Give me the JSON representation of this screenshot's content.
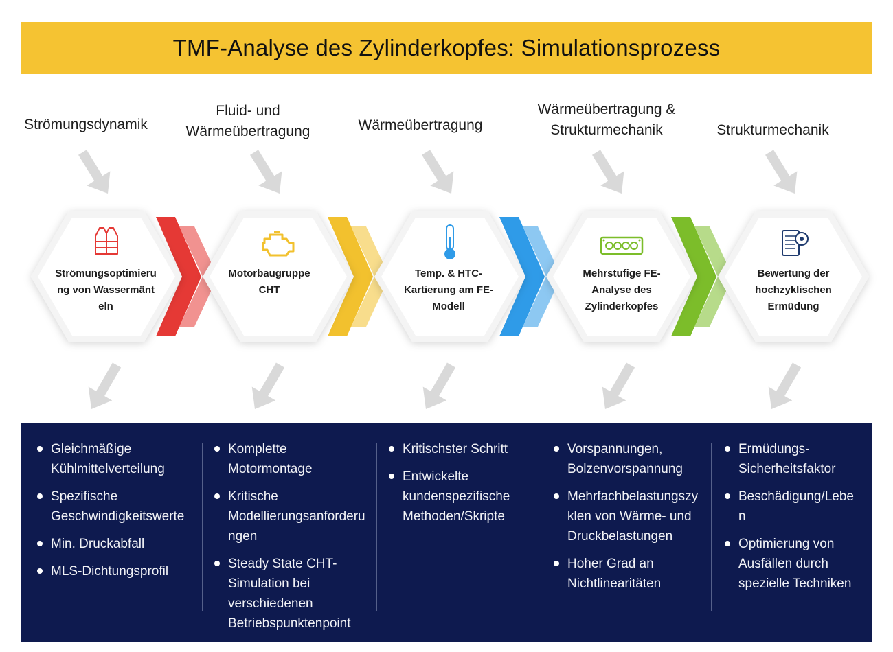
{
  "title": "TMF-Analyse des Zylinderkopfes: Simulationsprozess",
  "stages": [
    {
      "label": "Strömungsdynamik",
      "hex_text": "Strömungsoptimierung von Wassermänteln",
      "icon": "life-vest-icon",
      "icon_color": "#e53935",
      "chevron_color": "#e53935",
      "bullets": [
        "Gleichmäßige Kühlmittelverteilung",
        "Spezifische Geschwindigkeitswerte",
        "Min. Druckabfall",
        "MLS-Dichtungsprofil"
      ]
    },
    {
      "label": "Fluid- und Wärmeübertragung",
      "hex_text": "Motorbaugruppe CHT",
      "icon": "engine-icon",
      "icon_color": "#f2c12e",
      "chevron_color": "#f2c12e",
      "bullets": [
        "Komplette Motormontage",
        "Kritische Modellierungsanforderungen",
        "Steady State CHT-Simulation bei verschiedenen Betriebspunktenpoint"
      ]
    },
    {
      "label": "Wärmeübertragung",
      "hex_text": "Temp. & HTC-Kartierung am FE-Modell",
      "icon": "thermometer-icon",
      "icon_color": "#2f9be8",
      "chevron_color": "#2f9be8",
      "bullets": [
        "Kritischster Schritt",
        "Entwickelte kundenspezifische Methoden/Skripte"
      ]
    },
    {
      "label": "Wärmeübertragung & Strukturmechanik",
      "hex_text": "Mehrstufige FE-Analyse des Zylinderkopfes",
      "icon": "cylinder-head-icon",
      "icon_color": "#7cbd2a",
      "chevron_color": "#7cbd2a",
      "bullets": [
        "Vorspannungen, Bolzenvorspannung",
        "Mehrfachbelastungszyklen von Wärme- und Druckbelastungen",
        "Hoher Grad an Nichtlinearitäten"
      ]
    },
    {
      "label": "Strukturmechanik",
      "hex_text": "Bewertung der hochzyklischen Ermüdung",
      "icon": "fatigue-report-icon",
      "icon_color": "#1e3a6e",
      "bullets": [
        "Ermüdungs-Sicherheitsfaktor",
        "Beschädigung/Leben",
        "Optimierung von Ausfällen durch spezielle Techniken"
      ]
    }
  ],
  "colors": {
    "title_bar": "#f5c332",
    "panel": "#0e1a4f",
    "arrow": "#d9d9d9"
  }
}
